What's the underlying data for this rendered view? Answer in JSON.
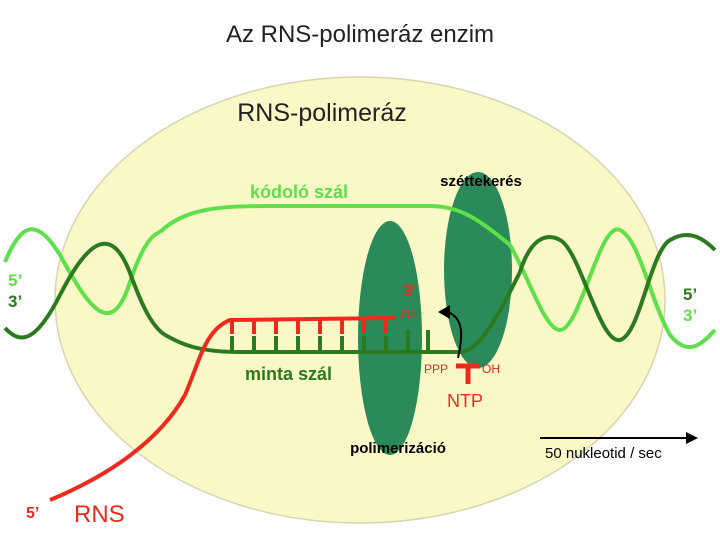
{
  "title": "Az RNS-polimeráz enzim",
  "enzyme_label": "RNS-polimeráz",
  "coding_strand_label": "kódoló szál",
  "template_strand_label": "minta szál",
  "unwinding_label": "széttekerés",
  "polymerization_label": "polimerizáció",
  "left_five_prime": "5’",
  "left_three_prime": "3’",
  "right_five_prime": "5’",
  "right_three_prime": "3’",
  "rna_three_prime": "3’",
  "oh_rna": "OH",
  "ppp_label": "PPP",
  "oh_ntp": "OH",
  "ntp_label": "NTP",
  "rna_five_prime": "5’",
  "rna_label": "RNS",
  "speed_label": "50 nukleotid / sec",
  "colors": {
    "enzyme_fill": "#fbf8c8",
    "light_strand": "#5ee04a",
    "dark_strand": "#2b7a1f",
    "rna": "#ee2a1d",
    "subunit": "#2a8a5a",
    "text": "#000000"
  }
}
